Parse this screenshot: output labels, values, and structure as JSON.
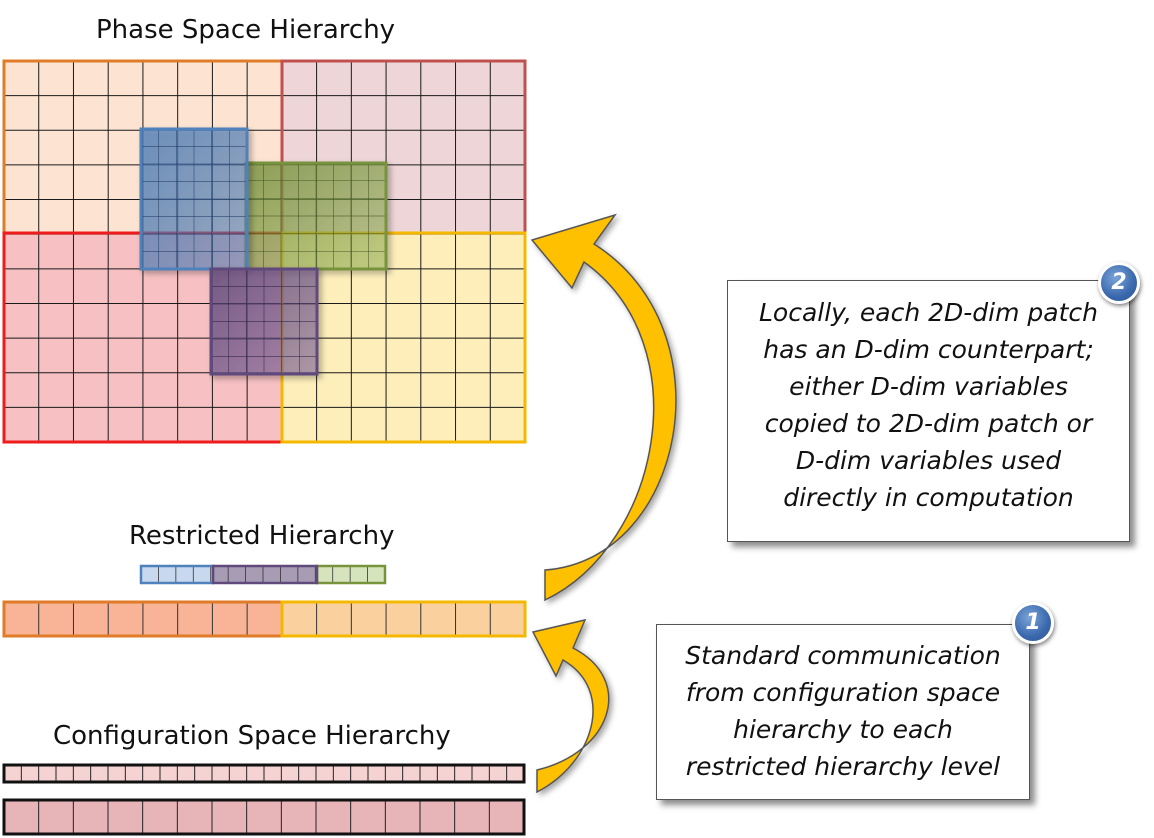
{
  "titles": {
    "phase": "Phase Space Hierarchy",
    "restricted": "Restricted Hierarchy",
    "configuration": "Configuration Space Hierarchy"
  },
  "notes": {
    "note1": {
      "badge": "1",
      "lines": [
        "Standard communication",
        "from configuration space",
        "hierarchy to each",
        "restricted hierarchy level"
      ]
    },
    "note2": {
      "badge": "2",
      "lines": [
        "Locally, each 2D-dim patch",
        "has an D-dim counterpart;",
        "either D-dim variables",
        "copied to 2D-dim patch or",
        "D-dim variables used",
        "directly in computation"
      ]
    }
  },
  "colors": {
    "orange": "#e07b28",
    "rose": "#c0504d",
    "red": "#ee1c1c",
    "yellow": "#f5b800",
    "blue": "#4f81bd",
    "green": "#77933c",
    "purple": "#604a7b",
    "arrow": "#ffc000"
  }
}
